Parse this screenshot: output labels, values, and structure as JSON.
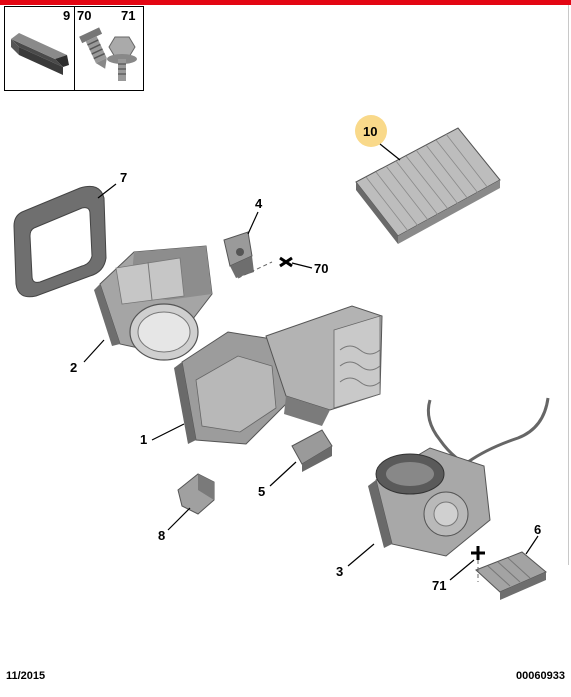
{
  "legend": {
    "cell_9": "9",
    "cell_70": "70",
    "cell_71": "71"
  },
  "callouts": {
    "c1": "1",
    "c2": "2",
    "c3": "3",
    "c4": "4",
    "c5": "5",
    "c6": "6",
    "c7": "7",
    "c8": "8",
    "c10": "10",
    "c70": "70",
    "c71": "71"
  },
  "footer": {
    "date": "11/2015",
    "ref": "00060933"
  },
  "colors": {
    "brand_red": "#e30613",
    "highlight": "#f9d98a"
  }
}
